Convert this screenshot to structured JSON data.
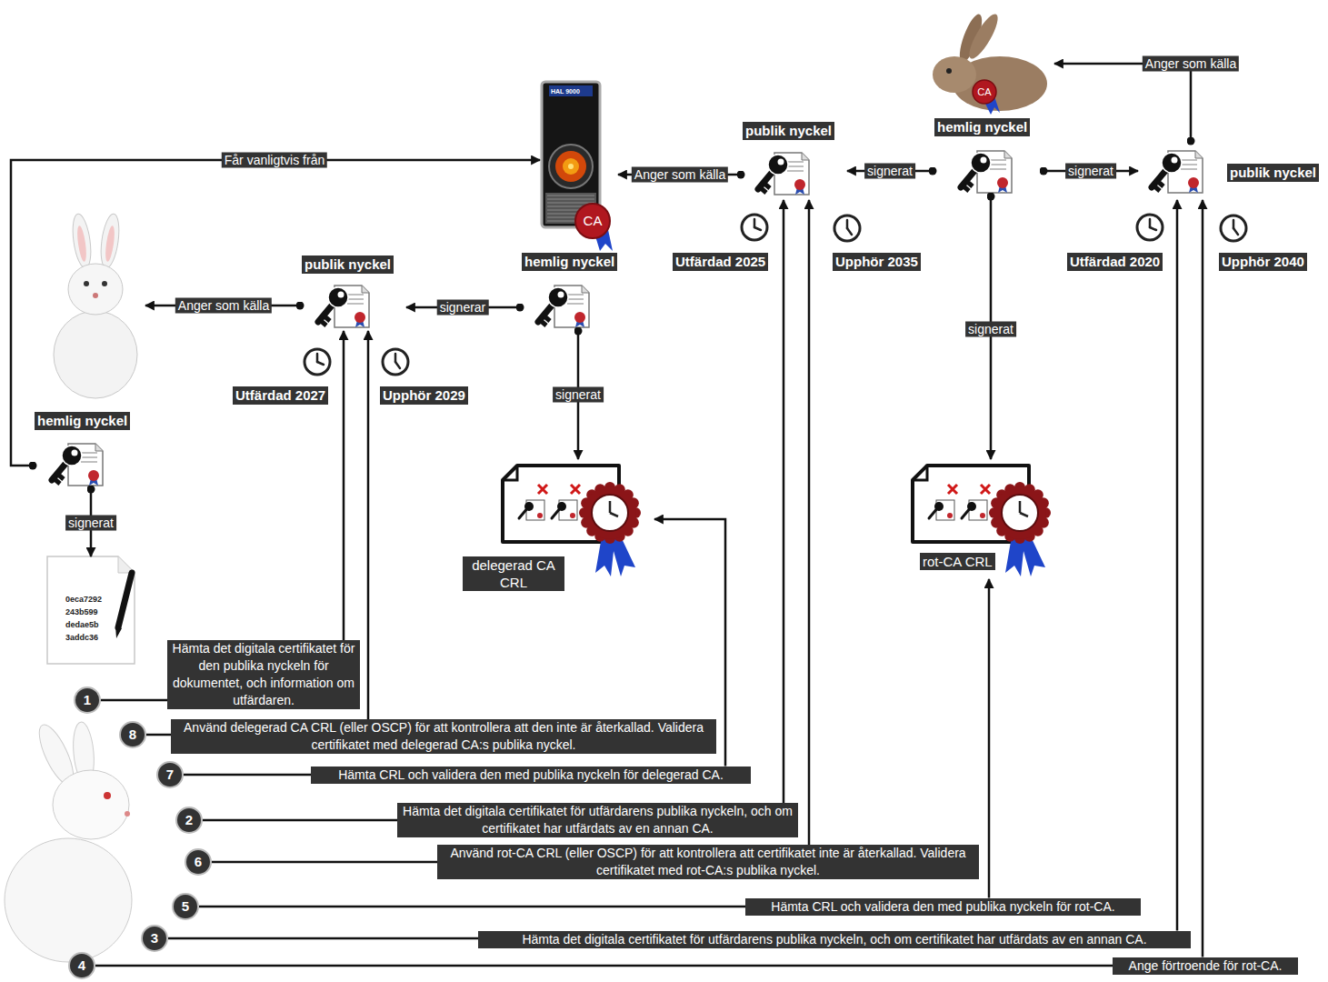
{
  "diagram": {
    "nodes": [
      {
        "text": [
          "hemlig nyckel"
        ]
      },
      {
        "text": [
          "publik nyckel"
        ]
      },
      {
        "text": [
          "publik nyckel"
        ]
      },
      {
        "text": [
          "hemlig nyckel"
        ]
      },
      {
        "text": [
          "publik nyckel"
        ]
      },
      {
        "text": [
          "hemlig nyckel"
        ]
      },
      {
        "text": [
          "delegerad CA CRL"
        ]
      },
      {
        "text": [
          "rot-CA CRL"
        ]
      },
      {
        "text": [
          "0eca7292 243b599 dedae5b 3addc36"
        ]
      },
      {
        "text": [
          "HAL 9000",
          "CA"
        ]
      },
      {
        "text": [
          "CA"
        ]
      },
      {
        "text": [
          "1"
        ]
      },
      {
        "text": [
          "Hämta det digitala certifikatet för den publika nyckeln för dokumentet, och information om utfärdaren."
        ]
      },
      {
        "text": [
          "8"
        ]
      },
      {
        "text": [
          "Använd delegerad CA CRL (eller OSCP) för att kontrollera att den inte är återkallad. Validera certifikatet med delegerad CA:s publika nyckel."
        ]
      },
      {
        "text": [
          "7"
        ]
      },
      {
        "text": [
          "Hämta CRL och validera den med publika nyckeln för delegerad CA."
        ]
      },
      {
        "text": [
          "2"
        ]
      },
      {
        "text": [
          "Hämta det digitala certifikatet för utfärdarens publika nyckeln, och om certifikatet har utfärdats av en annan CA."
        ]
      },
      {
        "text": [
          "6"
        ]
      },
      {
        "text": [
          "Använd rot-CA CRL (eller OSCP) för att kontrollera att certifikatet inte är återkallad. Validera certifikatet med rot-CA:s publika nyckel."
        ]
      },
      {
        "text": [
          "5"
        ]
      },
      {
        "text": [
          "Hämta CRL och validera den med publika nyckeln för rot-CA."
        ]
      },
      {
        "text": [
          "3"
        ]
      },
      {
        "text": [
          "Hämta det digitala certifikatet för utfärdarens publika nyckeln, och om certifikatet har utfärdats av en annan CA."
        ]
      },
      {
        "text": [
          "4"
        ]
      },
      {
        "text": [
          "Ange förtroende för rot-CA."
        ]
      }
    ],
    "edges": [
      {
        "from": 0,
        "to": 2,
        "label": "signerat",
        "arrow": "to"
      },
      {
        "from": 0,
        "to": 1,
        "label": "signerat",
        "arrow": "to"
      },
      {
        "from": 0,
        "to": 7,
        "label": "signerat",
        "arrow": "to"
      },
      {
        "from": 3,
        "to": 4,
        "label": "signerar",
        "arrow": "to"
      },
      {
        "from": 3,
        "to": 6,
        "label": "signerat",
        "arrow": "to"
      },
      {
        "from": 5,
        "to": 8,
        "label": "signerat",
        "arrow": "to"
      },
      {
        "from": 2,
        "to": 9,
        "label": "Anger som källa",
        "arrow": "to"
      },
      {
        "from": 1,
        "to": 10,
        "label": "Anger som källa",
        "arrow": "to"
      },
      {
        "from": 5,
        "to": 9,
        "label": "Får vanligtvis från",
        "arrow": "to"
      },
      {
        "from": 11,
        "to": 12,
        "arrow": "none"
      },
      {
        "from": 12,
        "to": 4,
        "arrow": "to"
      },
      {
        "from": 13,
        "to": 14,
        "arrow": "none"
      },
      {
        "from": 14,
        "to": 4,
        "arrow": "to"
      },
      {
        "from": 15,
        "to": 16,
        "arrow": "none"
      },
      {
        "from": 16,
        "to": 6,
        "arrow": "to"
      },
      {
        "from": 17,
        "to": 18,
        "arrow": "none"
      },
      {
        "from": 18,
        "to": 2,
        "arrow": "to"
      },
      {
        "from": 19,
        "to": 20,
        "arrow": "none"
      },
      {
        "from": 20,
        "to": 2,
        "arrow": "to"
      },
      {
        "from": 21,
        "to": 22,
        "arrow": "none"
      },
      {
        "from": 22,
        "to": 7,
        "arrow": "to"
      },
      {
        "from": 23,
        "to": 24,
        "arrow": "none"
      },
      {
        "from": 24,
        "to": 1,
        "arrow": "to"
      },
      {
        "from": 25,
        "to": 26,
        "arrow": "none"
      },
      {
        "from": 26,
        "to": 1,
        "arrow": "to"
      }
    ],
    "labels": [
      "Utfärdad 2025",
      "Upphör 2035",
      "Utfärdad 2020",
      "Upphör 2040",
      "Utfärdad 2027",
      "Upphör 2029",
      "Anger som källa"
    ]
  }
}
